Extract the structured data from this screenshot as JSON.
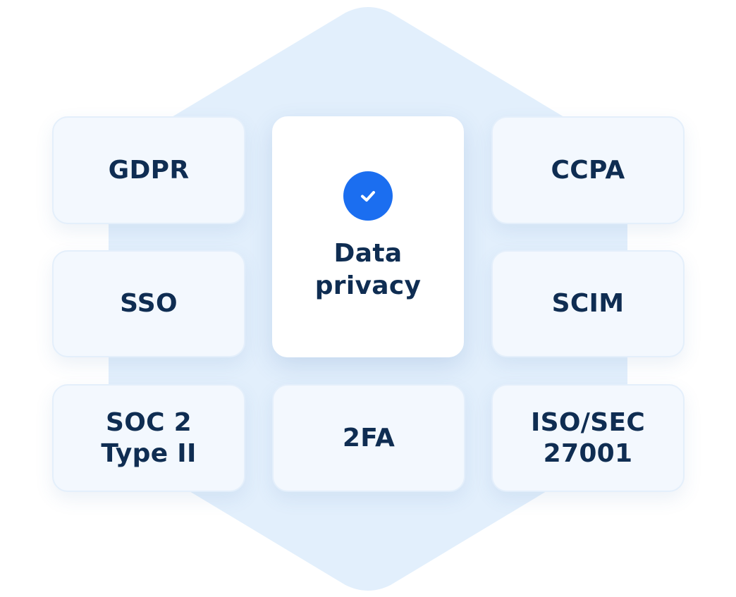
{
  "colors": {
    "hexagon": "#e2effc",
    "card_background": "#f3f8fe",
    "featured_card_background": "#ffffff",
    "text": "#0f2d52",
    "accent": "#1b6ef0"
  },
  "featured": {
    "icon": "check-icon",
    "label": "Data\nprivacy"
  },
  "cards": {
    "gdpr": "GDPR",
    "ccpa": "CCPA",
    "sso": "SSO",
    "scim": "SCIM",
    "soc2": "SOC 2\nType II",
    "twofa": "2FA",
    "iso": "ISO/SEC\n27001"
  }
}
